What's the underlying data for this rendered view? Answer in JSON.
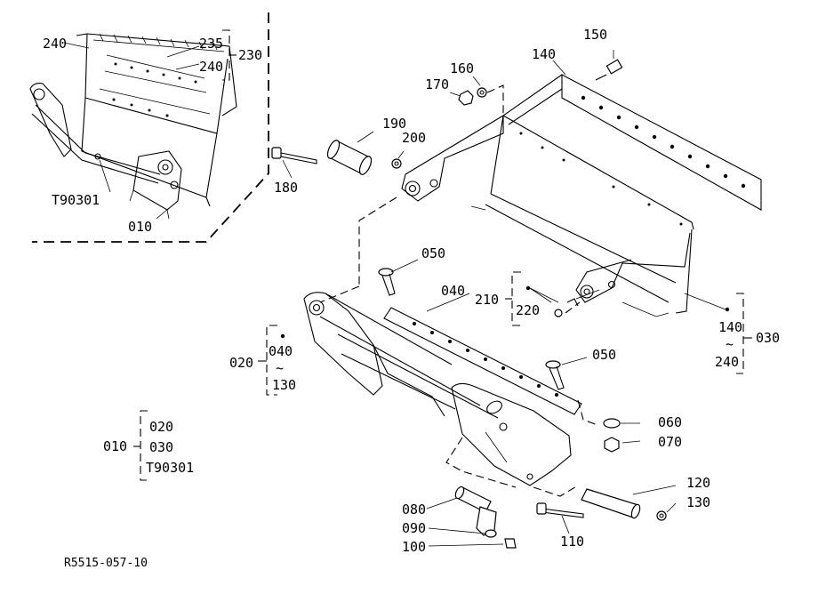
{
  "drawing_ref": "R5515-057-10",
  "callouts": {
    "c240a": "240",
    "c235": "235",
    "c240b": "240",
    "c230": "230",
    "cT90301": "T90301",
    "c010": "010",
    "c150": "150",
    "c160": "160",
    "c140": "140",
    "c170": "170",
    "c190": "190",
    "c200": "200",
    "c180": "180",
    "c050a": "050",
    "c040": "040",
    "c210": "210",
    "c220": "220",
    "c140b": "140",
    "c030": "030",
    "c240c": "240",
    "c020": "020",
    "c040b": "040",
    "c130": "130",
    "c050b": "050",
    "c060": "060",
    "c070": "070",
    "c120": "120",
    "c130b": "130",
    "c080": "080",
    "c090": "090",
    "c100": "100",
    "c110": "110"
  },
  "tilde": "~",
  "legend": {
    "parent": "010",
    "children": [
      "020",
      "030",
      "T90301"
    ]
  }
}
